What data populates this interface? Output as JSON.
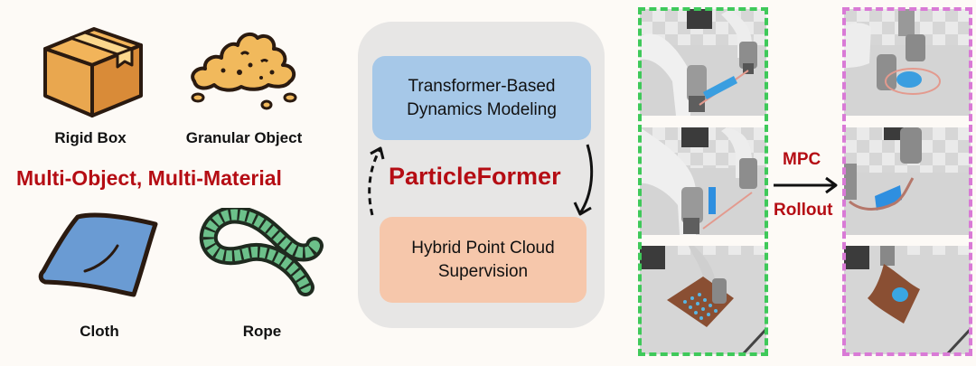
{
  "left_panel": {
    "objects": [
      {
        "label": "Rigid Box",
        "icon": "cardboard-box-icon"
      },
      {
        "label": "Granular Object",
        "icon": "granular-pile-icon"
      },
      {
        "label": "Cloth",
        "icon": "cloth-icon"
      },
      {
        "label": "Rope",
        "icon": "rope-icon"
      }
    ],
    "headline": "Multi-Object, Multi-Material"
  },
  "center_diagram": {
    "top_block": {
      "line1": "Transformer-Based",
      "line2": "Dynamics Modeling"
    },
    "title": "ParticleFormer",
    "bottom_block": {
      "line1": "Hybrid Point Cloud",
      "line2": "Supervision"
    },
    "arrows": [
      {
        "from": "top_block",
        "to": "bottom_block",
        "style": "solid",
        "side": "right"
      },
      {
        "from": "bottom_block",
        "to": "top_block",
        "style": "dashed",
        "side": "left"
      }
    ],
    "colors": {
      "container": "#e7e6e5",
      "top_block": "#a6c8e8",
      "bottom_block": "#f6c7ab",
      "title": "#b50d14"
    }
  },
  "right_panel": {
    "transition": {
      "top_label": "MPC",
      "bottom_label": "Rollout"
    },
    "initial_frame_color": "#3fc95a",
    "result_frame_color": "#d97ad6",
    "scenes": [
      {
        "name": "rope-granular",
        "initial": "rope stretched with blue granular particles",
        "result": "rope encircling piled granular particles"
      },
      {
        "name": "rope-box",
        "initial": "rope stretched beside upright blue box",
        "result": "rope wrapped around blue box"
      },
      {
        "name": "cloth-granular",
        "initial": "flat brown cloth with scattered particles",
        "result": "cloth folded over clustered particles"
      }
    ]
  }
}
